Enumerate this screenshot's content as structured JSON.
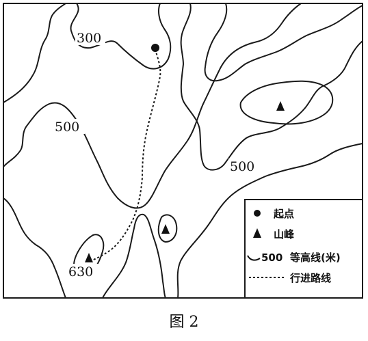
{
  "figure_caption": "图 2",
  "contour_labels": {
    "c300": "300",
    "c500_left": "500",
    "c500_right": "500",
    "peak_630": "630"
  },
  "legend": {
    "start_point": "起点",
    "peak": "山峰",
    "contour_sample_value": "500",
    "contour": "等高线(米)",
    "route": "行进路线"
  }
}
